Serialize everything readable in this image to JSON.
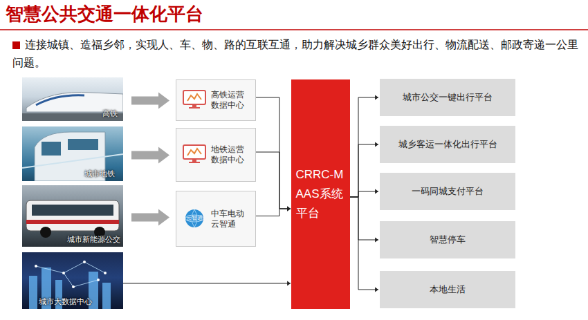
{
  "diagram": {
    "title": "智慧公共交通一体化平台",
    "nodes": [
      {
        "text": [
          "高铁"
        ]
      },
      {
        "text": [
          "城市地铁"
        ]
      },
      {
        "text": [
          "城市新能源公交"
        ]
      },
      {
        "text": [
          "城市大数据中心"
        ]
      },
      {
        "text": [
          "高铁运营数据中心"
        ]
      },
      {
        "text": [
          "地铁运营数据中心"
        ]
      },
      {
        "text": [
          "中车电动云智通"
        ]
      },
      {
        "text": [
          "CRRC-MAAS系统平台"
        ]
      },
      {
        "text": [
          "城市公交一键出行平台"
        ]
      },
      {
        "text": [
          "城乡客运一体化出行平台"
        ]
      },
      {
        "text": [
          "一码同城支付平台"
        ]
      },
      {
        "text": [
          "智慧停车"
        ]
      },
      {
        "text": [
          "本地生活"
        ]
      }
    ],
    "edges": [
      {
        "from": 0,
        "to": 4,
        "arrow": "to"
      },
      {
        "from": 1,
        "to": 5,
        "arrow": "to"
      },
      {
        "from": 2,
        "to": 6,
        "arrow": "to"
      },
      {
        "from": 3,
        "to": 7,
        "arrow": "to"
      },
      {
        "from": 4,
        "to": 7,
        "arrow": "to"
      },
      {
        "from": 5,
        "to": 7,
        "arrow": "to"
      },
      {
        "from": 6,
        "to": 7,
        "arrow": "to"
      },
      {
        "from": 7,
        "to": 8,
        "arrow": "to"
      },
      {
        "from": 7,
        "to": 9,
        "arrow": "to"
      },
      {
        "from": 7,
        "to": 10,
        "arrow": "to"
      },
      {
        "from": 7,
        "to": 11,
        "arrow": "to"
      },
      {
        "from": 7,
        "to": 12,
        "arrow": "to"
      }
    ],
    "labels": [
      "连接城镇、造福乡邻，实现人、车、物、路的互联互通，助力解决城乡群众美好出行、物流配送、邮政寄递一公里问题。",
      "云智通"
    ]
  }
}
